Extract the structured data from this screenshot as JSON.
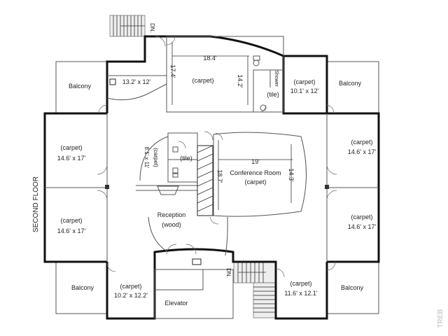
{
  "floor_label": "SECOND FLOOR",
  "watermark": "TREB",
  "rooms": {
    "balcony_nw": "Balcony",
    "balcony_ne": "Balcony",
    "balcony_sw": "Balcony",
    "balcony_se": "Balcony",
    "office_nw_size": "13.2' x 12'",
    "main_office_label": "(carpet)",
    "main_office_w": "18.4'",
    "main_office_h": "17.4'",
    "main_office_h2": "14.2'",
    "shower": "Shower",
    "bath_tile": "(tile)",
    "office_ne_label": "(carpet)",
    "office_ne_size": "10.1' x 12'",
    "west_upper_label": "(carpet)",
    "west_upper_size": "14.6' x 17'",
    "west_lower_label": "(carpet)",
    "west_lower_size": "14.6' x 17'",
    "east_upper_label": "(carpet)",
    "east_upper_size": "14.6' x 17'",
    "east_lower_label": "(carpet)",
    "east_lower_size": "14.6' x 17'",
    "closet_label": "(carpet)",
    "closet_size": "8.1' x 11'",
    "small_bath_tile": "(tile)",
    "conference_name": "Conference Room",
    "conference_floor": "(carpet)",
    "conference_w": "19'",
    "conference_h": "18.7'",
    "conference_h2": "14.3'",
    "reception_name": "Reception",
    "reception_floor": "(wood)",
    "sw_office_label": "(carpet)",
    "sw_office_size": "10.2' x 12.2'",
    "elevator": "Elevator",
    "se_office_label": "(carpet)",
    "se_office_size": "11.6' x 12.1'",
    "stair_top": "DN.",
    "stair_bottom": "DN."
  }
}
